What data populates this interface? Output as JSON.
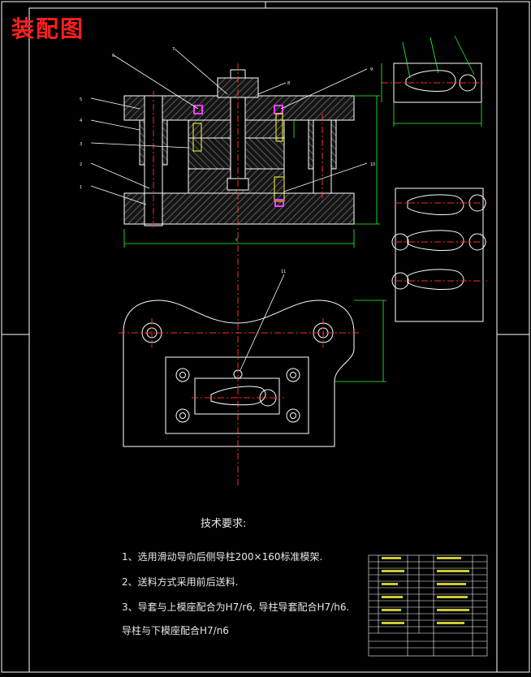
{
  "title": "装配图",
  "technical_requirements": {
    "heading": "技术要求:",
    "items": [
      "1、选用滑动导向后侧导柱200×160标准模架.",
      "2、送料方式采用前后送料.",
      "3、导套与上模座配合为H7/r6, 导柱导套配合H7/h6.",
      "导柱与下模座配合H7/n6"
    ]
  },
  "part_numbers": [
    "1",
    "2",
    "3",
    "4",
    "5",
    "6",
    "7",
    "8",
    "9",
    "10",
    "11"
  ],
  "colors": {
    "background": "#000000",
    "frame": "#ffffff",
    "title": "#ff1e1e",
    "part_outline": "#ffffff",
    "hatch": "#7c7c7c",
    "centerline": "#ff2a2a",
    "dimension": "#2cff2c",
    "insert_magenta": "#ff3cff",
    "leader_yellow": "#ffff3c"
  }
}
